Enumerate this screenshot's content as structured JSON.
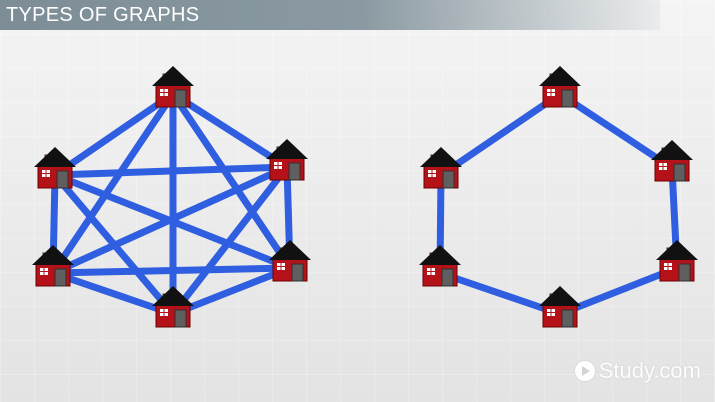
{
  "title": "TYPES OF GRAPHS",
  "watermark": "Study.com",
  "colors": {
    "edge": "#2f5fe0",
    "house_body": "#b41218",
    "roof": "#111111",
    "door": "#5f5f5f",
    "chimney": "#a0522d"
  },
  "left_graph": {
    "kind": "complete",
    "node_count": 6,
    "node_icon": "house-icon"
  },
  "right_graph": {
    "kind": "cycle",
    "node_count": 6,
    "node_icon": "house-icon"
  }
}
